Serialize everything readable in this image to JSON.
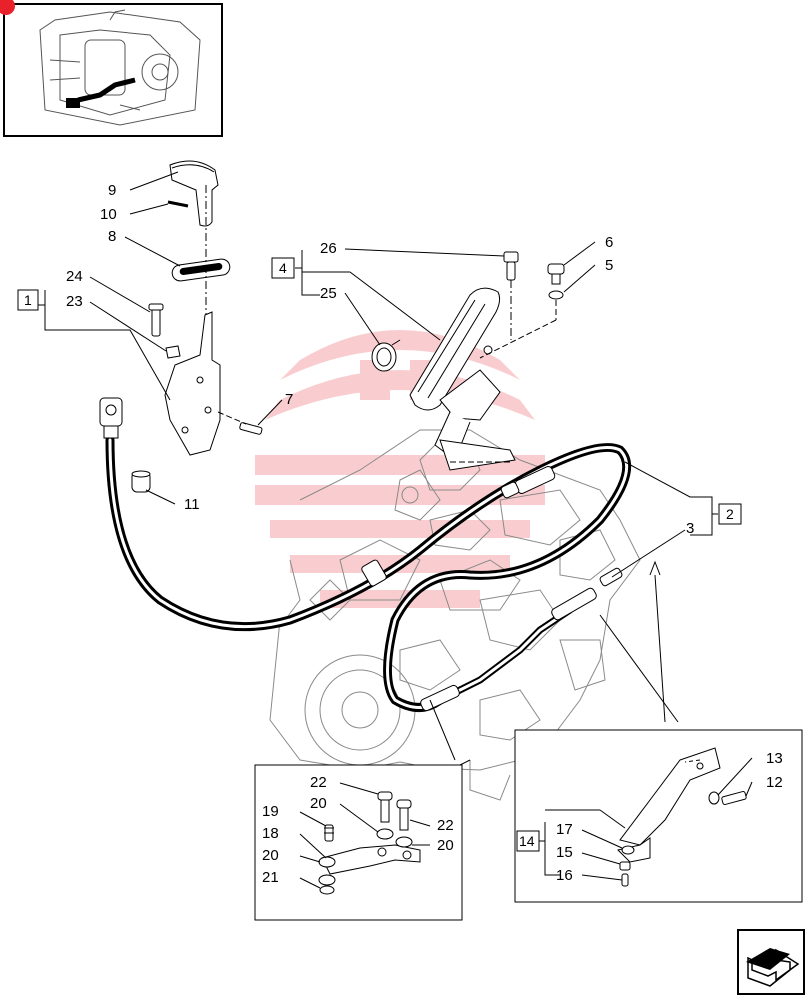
{
  "callouts": [
    {
      "id": "c9",
      "text": "9"
    },
    {
      "id": "c10",
      "text": "10"
    },
    {
      "id": "c8",
      "text": "8"
    },
    {
      "id": "c24",
      "text": "24"
    },
    {
      "id": "c23",
      "text": "23"
    },
    {
      "id": "c26",
      "text": "26"
    },
    {
      "id": "c25",
      "text": "25"
    },
    {
      "id": "c6",
      "text": "6"
    },
    {
      "id": "c5",
      "text": "5"
    },
    {
      "id": "c7",
      "text": "7"
    },
    {
      "id": "c11",
      "text": "11"
    },
    {
      "id": "c3",
      "text": "3"
    },
    {
      "id": "c22a",
      "text": "22"
    },
    {
      "id": "c20a",
      "text": "20"
    },
    {
      "id": "c22b",
      "text": "22"
    },
    {
      "id": "c19",
      "text": "19"
    },
    {
      "id": "c18",
      "text": "18"
    },
    {
      "id": "c20b",
      "text": "20"
    },
    {
      "id": "c20c",
      "text": "20"
    },
    {
      "id": "c21",
      "text": "21"
    },
    {
      "id": "c13",
      "text": "13"
    },
    {
      "id": "c12",
      "text": "12"
    },
    {
      "id": "c17",
      "text": "17"
    },
    {
      "id": "c15",
      "text": "15"
    },
    {
      "id": "c16",
      "text": "16"
    }
  ],
  "boxed_labels": {
    "group1": "1",
    "group4": "4",
    "group2": "2",
    "group14": "14"
  },
  "colors": {
    "line": "#000000",
    "watermark": "#e8212b",
    "engine": "#8a8a8a"
  },
  "icons": {
    "nav": "next-page-arrow-icon",
    "thumbnail": "tractor-location-thumbnail"
  }
}
